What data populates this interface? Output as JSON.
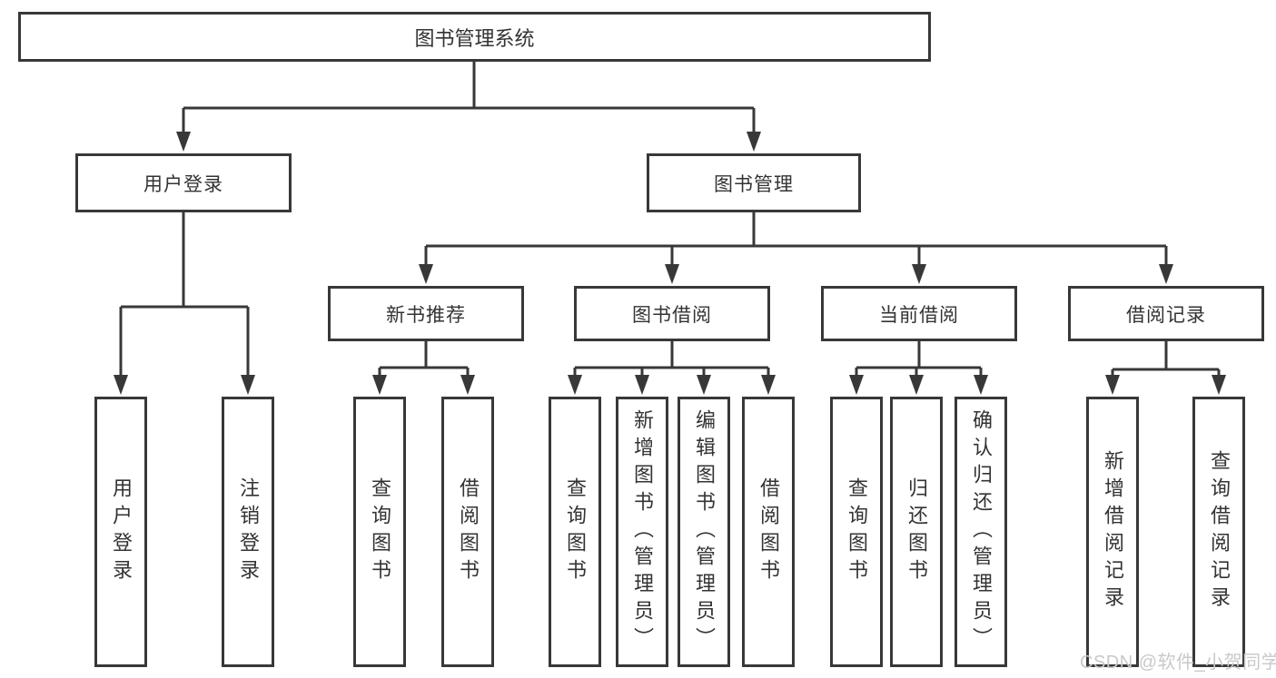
{
  "tree": {
    "label": "图书管理系统",
    "children": [
      {
        "label": "用户登录",
        "children": [
          {
            "label": "用户登录"
          },
          {
            "label": "注销登录"
          }
        ]
      },
      {
        "label": "图书管理",
        "children": [
          {
            "label": "新书推荐",
            "children": [
              {
                "label": "查询图书"
              },
              {
                "label": "借阅图书"
              }
            ]
          },
          {
            "label": "图书借阅",
            "children": [
              {
                "label": "查询图书"
              },
              {
                "label": "新增图书（管理员）"
              },
              {
                "label": "编辑图书（管理员）"
              },
              {
                "label": "借阅图书"
              }
            ]
          },
          {
            "label": "当前借阅",
            "children": [
              {
                "label": "查询图书"
              },
              {
                "label": "归还图书"
              },
              {
                "label": "确认归还（管理员）"
              }
            ]
          },
          {
            "label": "借阅记录",
            "children": [
              {
                "label": "新增借阅记录"
              },
              {
                "label": "查询借阅记录"
              }
            ]
          }
        ]
      }
    ]
  },
  "watermark": "CSDN @软件_小贺同学",
  "colors": {
    "line": "#383838",
    "box_border": "#383838",
    "text": "#333333",
    "background": "#ffffff",
    "watermark": "#c9c9c9"
  }
}
